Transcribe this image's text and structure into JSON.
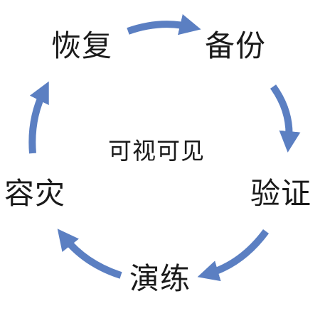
{
  "diagram": {
    "center_label": "可视可见",
    "stages": {
      "recover": "恢复",
      "backup": "备份",
      "verify": "验证",
      "drill": "演练",
      "disaster_recovery": "容灾"
    },
    "arrow_color": "#5b7fc2"
  }
}
